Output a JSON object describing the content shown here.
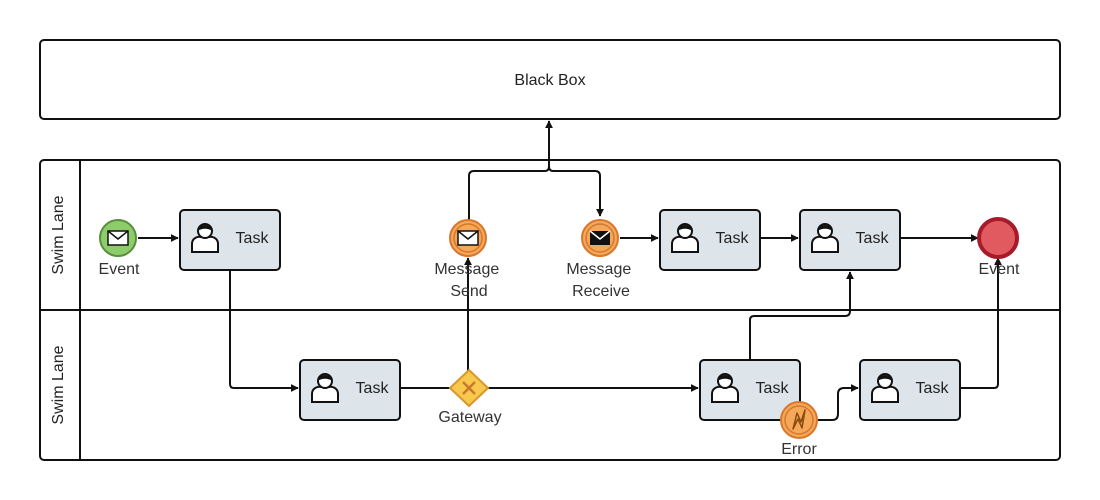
{
  "black_box": {
    "label": "Black Box"
  },
  "lanes": [
    {
      "label": "Swim Lane"
    },
    {
      "label": "Swim Lane"
    }
  ],
  "start_event": {
    "label": "Event"
  },
  "end_event": {
    "label": "Event"
  },
  "message_send": {
    "label": "Message\nSend"
  },
  "message_receive": {
    "label": "Message\nReceive"
  },
  "gateway": {
    "label": "Gateway"
  },
  "error_event": {
    "label": "Error"
  },
  "tasks": [
    {
      "label": "Task"
    },
    {
      "label": "Task"
    },
    {
      "label": "Task"
    },
    {
      "label": "Task"
    },
    {
      "label": "Task"
    },
    {
      "label": "Task"
    }
  ],
  "colors": {
    "task_fill": "#dde4ea",
    "start_event": "#8dcc6a",
    "end_event": "#e05a5f",
    "message_event": "#f3a85a",
    "gateway": "#f7c84d",
    "error_event": "#f3a85a"
  }
}
